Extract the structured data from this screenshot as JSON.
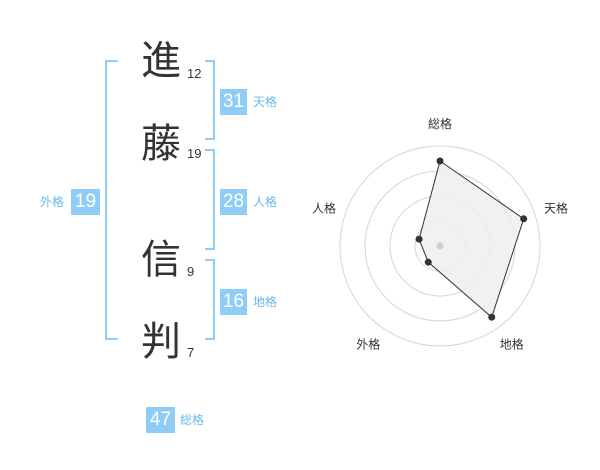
{
  "name_chars": [
    {
      "char": "進",
      "strokes": "12"
    },
    {
      "char": "藤",
      "strokes": "19"
    },
    {
      "char": "信",
      "strokes": "9"
    },
    {
      "char": "判",
      "strokes": "7"
    }
  ],
  "kaku": {
    "tenkaku": {
      "label": "天格",
      "value": "31"
    },
    "jinkaku": {
      "label": "人格",
      "value": "28"
    },
    "chikaku": {
      "label": "地格",
      "value": "16"
    },
    "gaikaku": {
      "label": "外格",
      "value": "19"
    },
    "soukaku": {
      "label": "総格",
      "value": "47"
    }
  },
  "colors": {
    "accent": "#8fcdf6",
    "bracket": "#8fcdf6",
    "label": "#6ab8ea"
  },
  "chart_data": {
    "type": "radar",
    "axes": [
      "総格",
      "天格",
      "地格",
      "外格",
      "人格"
    ],
    "values": [
      0.85,
      0.88,
      0.88,
      0.2,
      0.22
    ],
    "rings": 4,
    "range": [
      0,
      1
    ]
  }
}
